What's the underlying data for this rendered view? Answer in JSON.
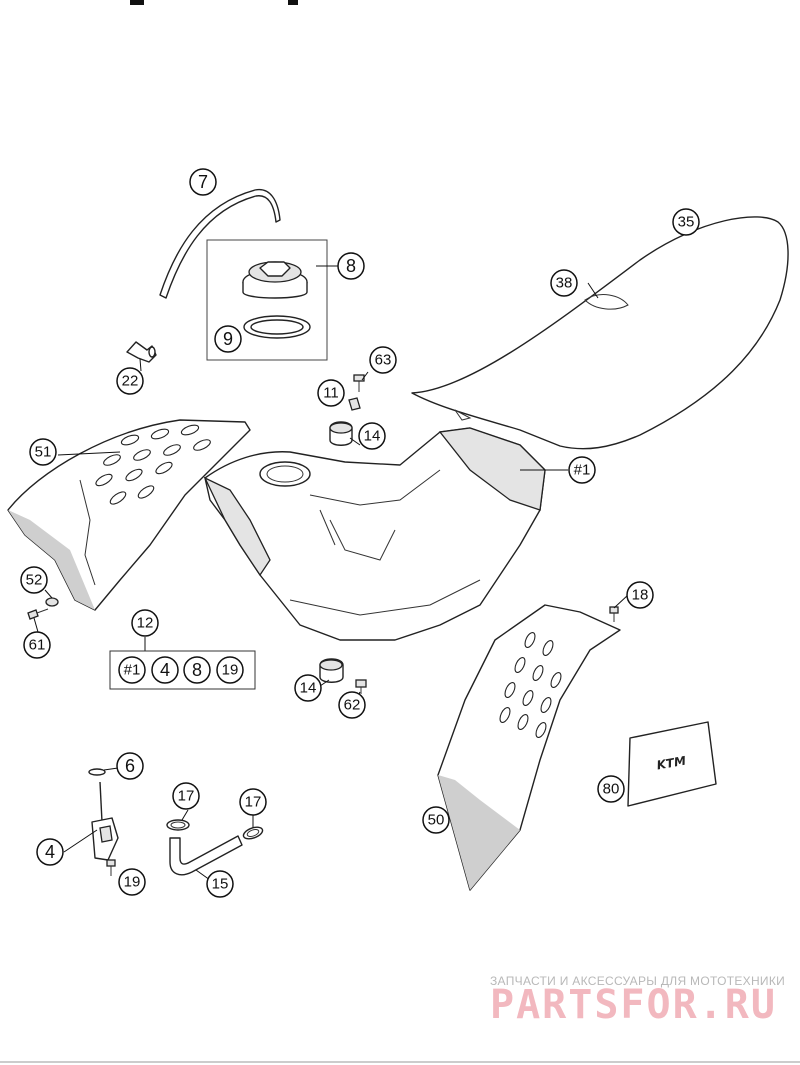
{
  "callouts": {
    "c7": "7",
    "c8": "8",
    "c9": "9",
    "c22": "22",
    "c35": "35",
    "c38": "38",
    "c63": "63",
    "c11": "11",
    "c14a": "14",
    "c51": "51",
    "c1": "#1",
    "c52": "52",
    "c61": "61",
    "c12": "12",
    "kit": [
      "#1",
      "4",
      "8",
      "19"
    ],
    "c14b": "14",
    "c62": "62",
    "c18": "18",
    "c6": "6",
    "c17a": "17",
    "c17b": "17",
    "c4": "4",
    "c19": "19",
    "c15": "15",
    "c50": "50",
    "c80": "80"
  },
  "watermark": {
    "subtitle": "ЗАПЧАСТИ И АКСЕССУАРЫ ДЛЯ МОТОТЕХНИКИ",
    "brand": "PARTSFOR.RU"
  },
  "sticker_logo": "KTM",
  "colors": {
    "ink": "#111111",
    "watermark": "#f2b8bf"
  }
}
